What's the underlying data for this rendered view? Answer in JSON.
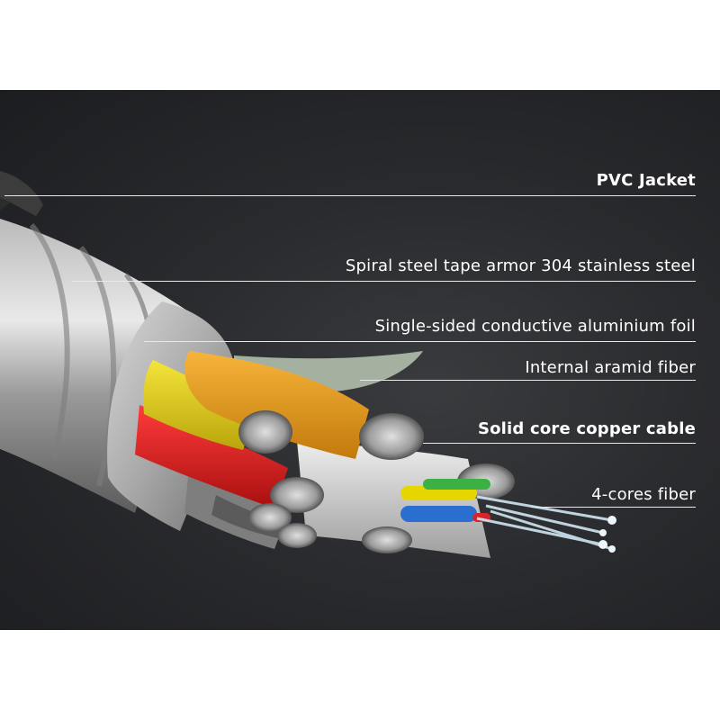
{
  "colors": {
    "background": "#2a2b2e",
    "label_text": "#ffffff",
    "leader_line": "#e8e8e8",
    "yellow_core": "#e3d21b",
    "orange_core": "#f0a020",
    "red_core": "#e02424",
    "grey_core": "#8c8c8c",
    "white_tube": "#d9d9d9",
    "fiber_green": "#3cb043",
    "fiber_blue": "#2a6fd0",
    "fiber_red": "#d8232a",
    "fiber_yellow": "#e6d600"
  },
  "labels": {
    "pvc_jacket": "PVC Jacket",
    "steel_armor": "Spiral steel tape armor 304 stainless steel",
    "aluminium_foil": "Single-sided conductive aluminium foil",
    "aramid_fiber": "Internal aramid fiber",
    "copper_cable": "Solid core copper cable",
    "fiber_cores": "4-cores fiber"
  }
}
